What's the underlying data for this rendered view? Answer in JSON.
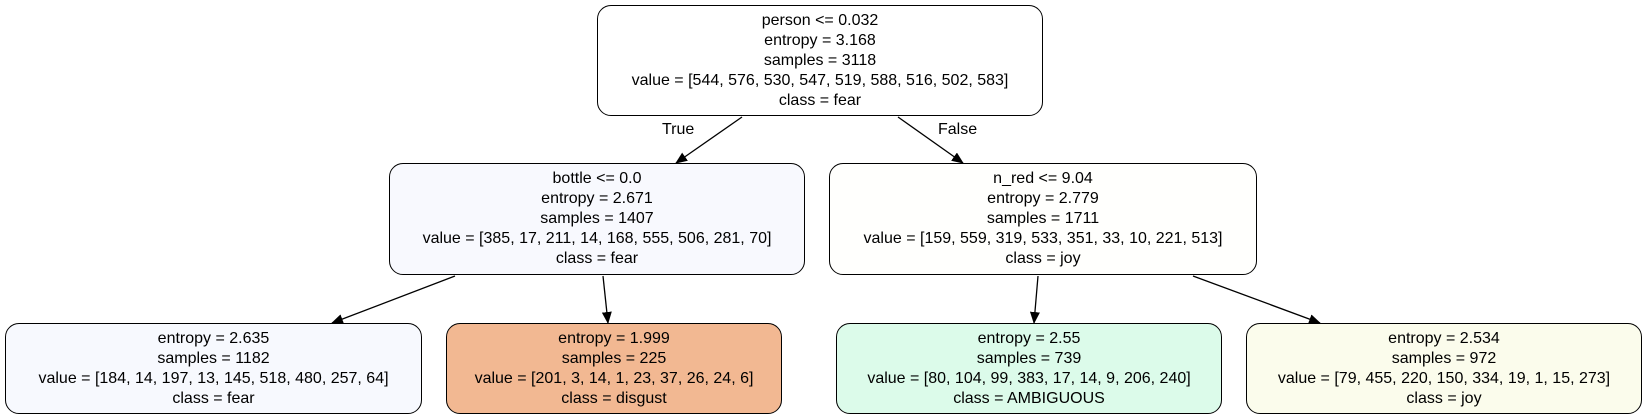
{
  "tree": {
    "root": {
      "split": "person <= 0.032",
      "entropy": "entropy = 3.168",
      "samples": "samples = 3118",
      "value": "value = [544, 576, 530, 547, 519, 588, 516, 502, 583]",
      "class": "class = fear",
      "fill": "#ffffff"
    },
    "left": {
      "split": "bottle <= 0.0",
      "entropy": "entropy = 2.671",
      "samples": "samples = 1407",
      "value": "value = [385, 17, 211, 14, 168, 555, 506, 281, 70]",
      "class": "class = fear",
      "fill": "#f8f9fe"
    },
    "right": {
      "split": "n_red <= 9.04",
      "entropy": "entropy = 2.779",
      "samples": "samples = 1711",
      "value": "value = [159, 559, 319, 533, 351, 33, 10, 221, 513]",
      "class": "class = joy",
      "fill": "#fffffd"
    },
    "left_left": {
      "entropy": "entropy = 2.635",
      "samples": "samples = 1182",
      "value": "value = [184, 14, 197, 13, 145, 518, 480, 257, 64]",
      "class": "class = fear",
      "fill": "#f7f9fe"
    },
    "left_right": {
      "entropy": "entropy = 1.999",
      "samples": "samples = 225",
      "value": "value = [201, 3, 14, 1, 23, 37, 26, 24, 6]",
      "class": "class = disgust",
      "fill": "#f2b892"
    },
    "right_left": {
      "entropy": "entropy = 2.55",
      "samples": "samples = 739",
      "value": "value = [80, 104, 99, 383, 17, 14, 9, 206, 240]",
      "class": "class = AMBIGUOUS",
      "fill": "#dcfbea"
    },
    "right_right": {
      "entropy": "entropy = 2.534",
      "samples": "samples = 972",
      "value": "value = [79, 455, 220, 150, 334, 19, 1, 15, 273]",
      "class": "class = joy",
      "fill": "#fbfcec"
    }
  },
  "edge_labels": {
    "true_label": "True",
    "false_label": "False"
  },
  "colors": {
    "border": "#000000",
    "edge": "#000000"
  }
}
